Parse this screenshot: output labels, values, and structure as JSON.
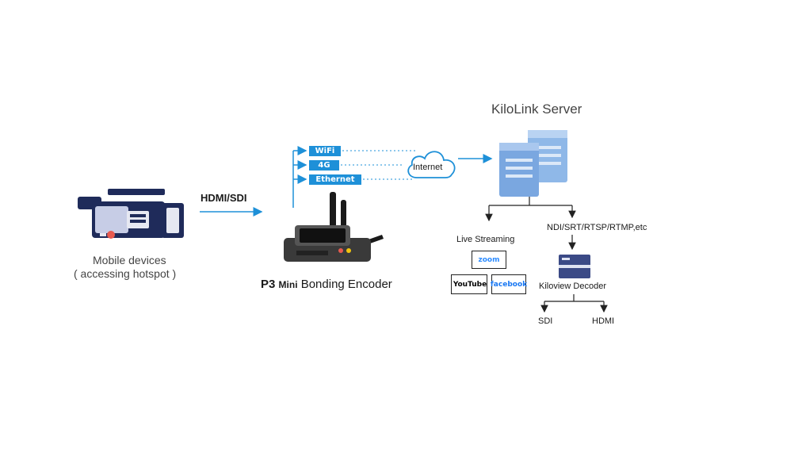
{
  "source": {
    "link_label": "HDMI/SDI",
    "device_label_line1": "Mobile devices",
    "device_label_line2": "( accessing hotspot )",
    "camera_icon": "video-camera-icon"
  },
  "encoder": {
    "model_prefix": "P3",
    "model_suffix": "Mini",
    "name": "Bonding Encoder",
    "icon": "encoder-device-icon"
  },
  "networks": {
    "items": [
      "WiFi",
      "4G",
      "Ethernet"
    ],
    "chip_color": "#1e90d8"
  },
  "cloud": {
    "label": "Internet",
    "icon": "cloud-icon"
  },
  "server": {
    "title": "KiloLink Server",
    "icon": "server-rack-icon"
  },
  "outputs": {
    "live_streaming_label": "Live Streaming",
    "platforms": [
      "zoom",
      "YouTube",
      "facebook"
    ],
    "protocols_label": "NDI/SRT/RTSP/RTMP,etc",
    "decoder_label": "Kiloview Decoder",
    "decoder_outputs": [
      "SDI",
      "HDMI"
    ]
  },
  "colors": {
    "arrow_blue": "#1e90d8",
    "camera_navy": "#1f2b5a",
    "server_blue": "#8fb8e8",
    "zoom_blue": "#2d8cff",
    "youtube_red": "#ff0000",
    "facebook_blue": "#1877f2"
  }
}
